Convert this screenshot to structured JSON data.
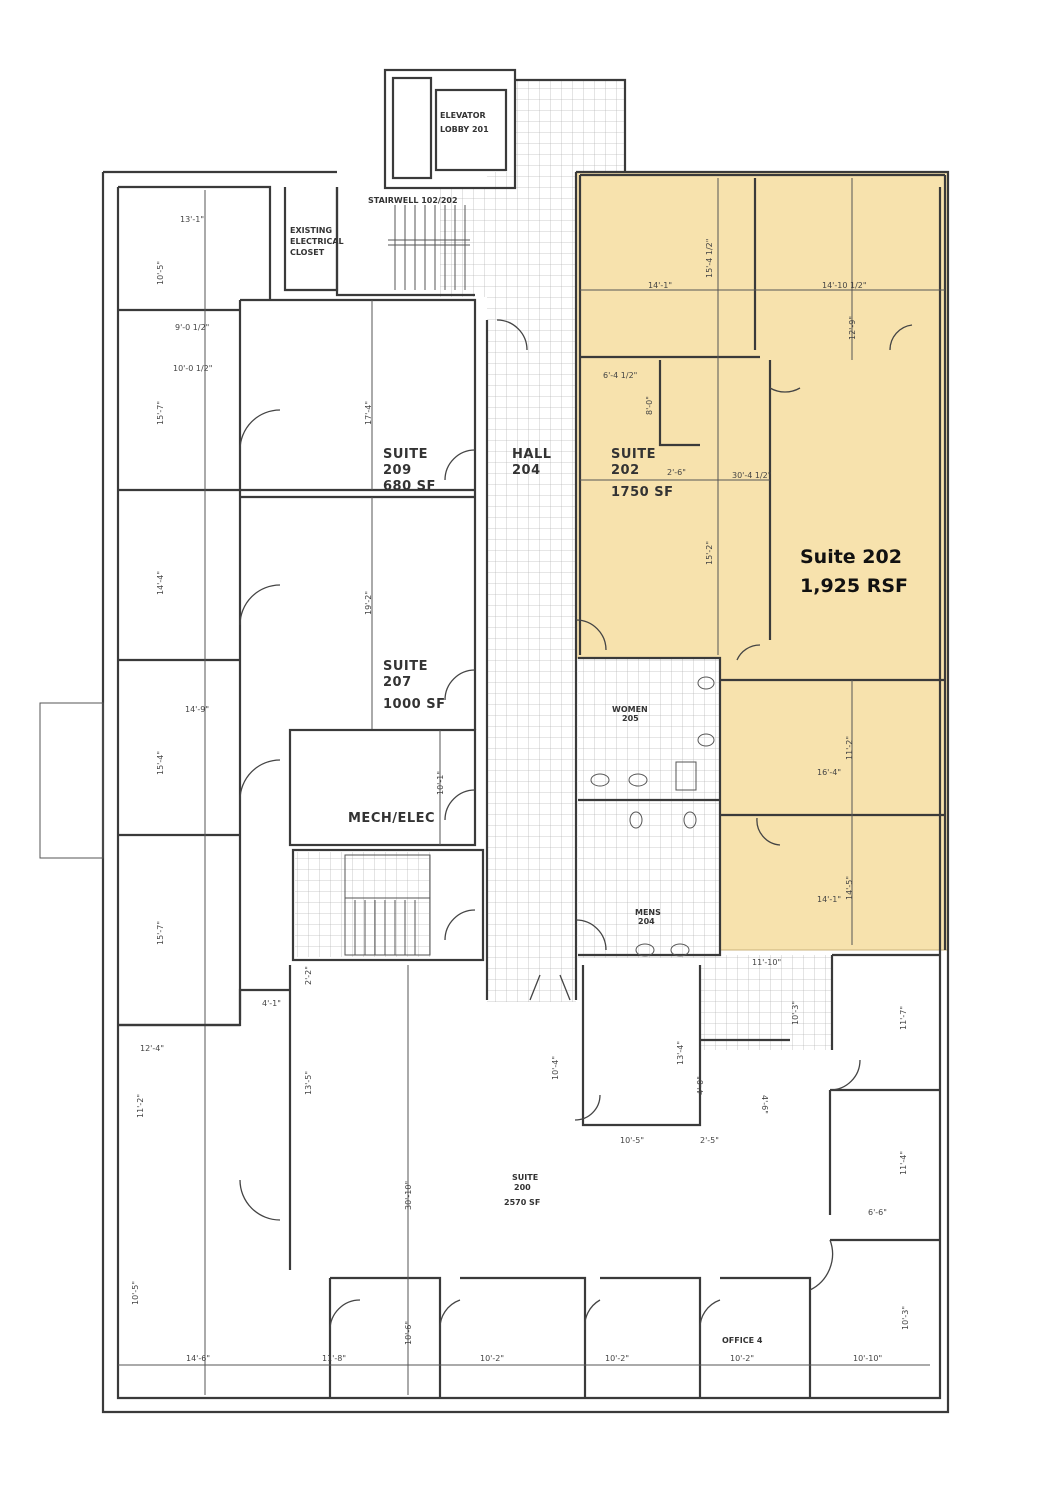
{
  "colors": {
    "highlight": "#f7e2ad",
    "wall": "#3a3a3a",
    "tile_grid": "#bbbbbb"
  },
  "rooms": {
    "elevator_lobby": [
      "ELEVATOR",
      "LOBBY 201"
    ],
    "stairwell": "STAIRWELL 102/202",
    "electrical_closet": [
      "EXISTING",
      "ELECTRICAL",
      "CLOSET"
    ],
    "suite_209": [
      "SUITE",
      "209",
      "680  SF"
    ],
    "hall_204": [
      "HALL",
      "204"
    ],
    "suite_202": [
      "SUITE",
      "202",
      "1750  SF"
    ],
    "suite_207": [
      "SUITE",
      "207",
      "1000  SF"
    ],
    "mech_elec": "MECH/ELEC",
    "women": [
      "WOMEN",
      "205"
    ],
    "mens": [
      "MENS",
      "204"
    ],
    "suite_200": [
      "SUITE",
      "200",
      "2570 SF"
    ],
    "office_4": "OFFICE 4"
  },
  "highlight_label": {
    "name": "Suite 202",
    "area": "1,925 RSF"
  },
  "dimensions": [
    "13'-1\"",
    "10'-5\"",
    "9'-0 1/2\"",
    "10'-0 1/2\"",
    "15'-7\"",
    "17'-4\"",
    "14'-4\"",
    "19'-2\"",
    "14'-9\"",
    "15'-4\"",
    "10'-1\"",
    "15'-7\"",
    "2'-2\"",
    "4'-1\"",
    "12'-4\"",
    "11'-2\"",
    "13'-5\"",
    "30'-10\"",
    "10'-4\"",
    "13'-4\"",
    "4'-0\"",
    "4'-6\"",
    "10'-5\"",
    "2'-5\"",
    "11'-10\"",
    "10'-3\"",
    "11'-7\"",
    "11'-4\"",
    "6'-6\"",
    "10'-5\"",
    "10'-6\"",
    "10'-3\"",
    "14'-6\"",
    "11'-8\"",
    "10'-2\"",
    "10'-2\"",
    "10'-2\"",
    "10'-10\"",
    "14'-1\"",
    "15'-4 1/2\"",
    "14'-10 1/2\"",
    "12'-9\"",
    "6'-4 1/2\"",
    "8'-0\"",
    "2'-6\"",
    "30'-4 1/2\"",
    "15'-2\"",
    "11'-2\"",
    "16'-4\"",
    "14'-5\"",
    "14'-1\""
  ]
}
